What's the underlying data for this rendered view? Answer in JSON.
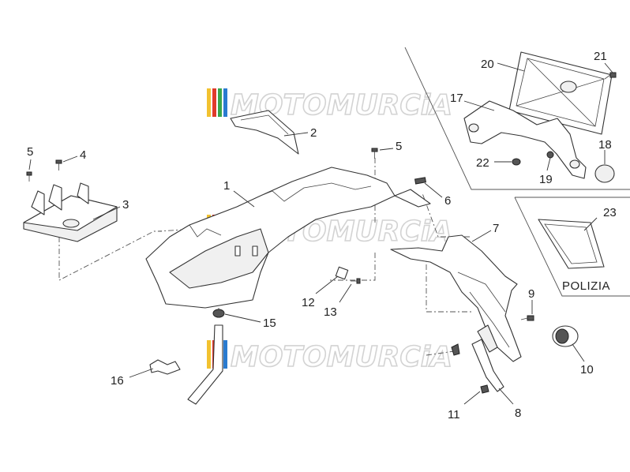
{
  "diagram": {
    "watermark": "MOTOMURCiA",
    "watermark_colors": [
      "#f2c230",
      "#e03a2a",
      "#3aa64a",
      "#2a7bd0"
    ],
    "inset_text": "POLIZIA",
    "callouts": {
      "c1": "1",
      "c2": "2",
      "c3": "3",
      "c4": "4",
      "c5a": "5",
      "c5b": "5",
      "c6": "6",
      "c7": "7",
      "c8": "8",
      "c9": "9",
      "c10": "10",
      "c11": "11",
      "c12": "12",
      "c13": "13",
      "c15": "15",
      "c16": "16",
      "c17": "17",
      "c18": "18",
      "c19": "19",
      "c20": "20",
      "c21": "21",
      "c22": "22",
      "c23": "23"
    }
  }
}
